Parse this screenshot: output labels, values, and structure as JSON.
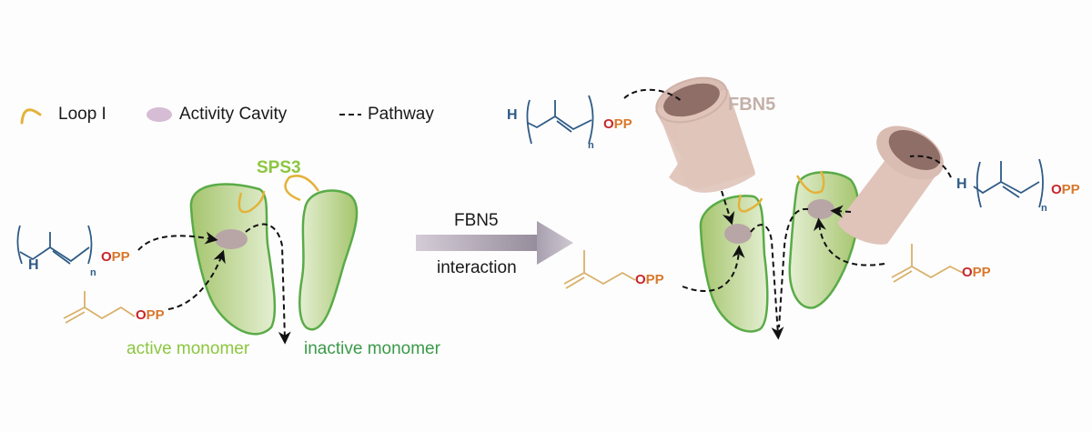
{
  "legend": {
    "loop_label": "Loop I",
    "cavity_label": "Activity Cavity",
    "pathway_label": "Pathway"
  },
  "left_panel": {
    "protein_label": "SPS3",
    "active_label": "active monomer",
    "inactive_label": "inactive monomer",
    "substrate_chain": {
      "h": "H",
      "n": "n",
      "o": "O",
      "pp": "PP"
    },
    "substrate_ipp": {
      "o": "O",
      "pp": "PP"
    }
  },
  "arrow": {
    "top_label": "FBN5",
    "bottom_label": "interaction"
  },
  "right_panel": {
    "fbn_label": "FBN5",
    "chain_left": {
      "h": "H",
      "n": "n",
      "o": "O",
      "pp": "PP"
    },
    "chain_right": {
      "h": "H",
      "n": "n",
      "o": "O",
      "pp": "PP"
    },
    "ipp_left": {
      "o": "O",
      "pp": "PP"
    },
    "ipp_right": {
      "o": "O",
      "pp": "PP"
    }
  },
  "colors": {
    "monomer_fill_dark": "#a9c873",
    "monomer_fill_light": "#e2edcf",
    "monomer_stroke": "#5aab48",
    "loop": "#e4b23a",
    "cavity": "#b8a6a6",
    "cylinder": "#e2c7bd",
    "cylinder_inner": "#8f6e68",
    "chain_blue": "#2e5b86",
    "ipp_tan": "#d9b06a"
  }
}
